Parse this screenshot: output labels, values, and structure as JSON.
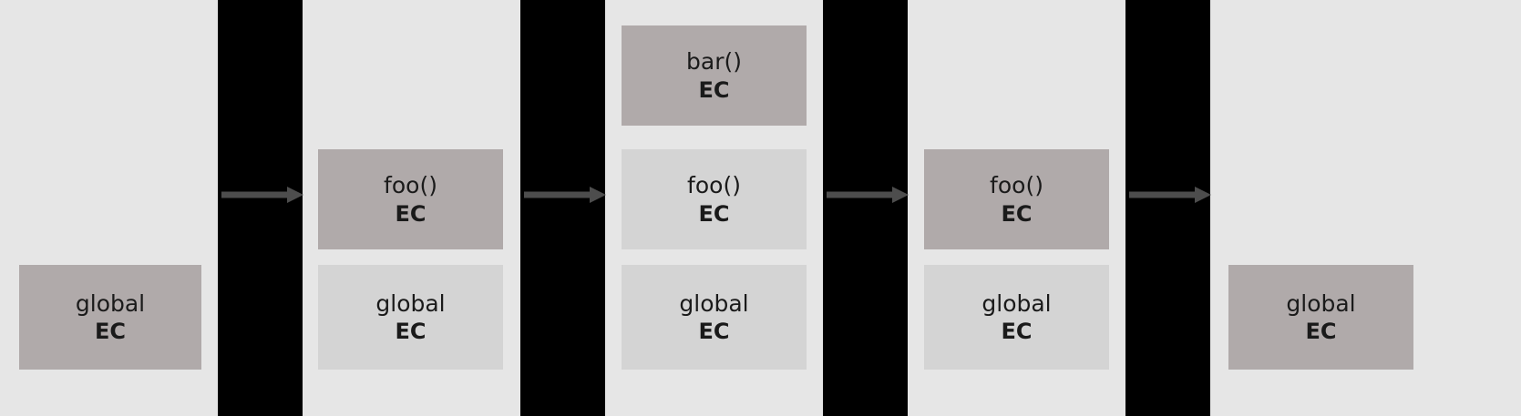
{
  "diagram": {
    "title": "execution-context-stack-sequence",
    "colors": {
      "panel_background": "#e6e6e6",
      "gap_background": "#000000",
      "frame_active": "#b0aaaa",
      "frame_inactive": "#d4d4d4",
      "arrow": "#4d4d4d",
      "text": "#1a1a1a"
    },
    "labels": {
      "global": "global",
      "foo": "foo()",
      "bar": "bar()",
      "ec": "EC"
    },
    "stacks": [
      {
        "name": "stack-1",
        "frames": [
          {
            "fn": "global",
            "ec": "EC",
            "state": "active"
          }
        ]
      },
      {
        "name": "stack-2",
        "frames": [
          {
            "fn": "foo()",
            "ec": "EC",
            "state": "active"
          },
          {
            "fn": "global",
            "ec": "EC",
            "state": "inactive"
          }
        ]
      },
      {
        "name": "stack-3",
        "frames": [
          {
            "fn": "bar()",
            "ec": "EC",
            "state": "active"
          },
          {
            "fn": "foo()",
            "ec": "EC",
            "state": "inactive"
          },
          {
            "fn": "global",
            "ec": "EC",
            "state": "inactive"
          }
        ]
      },
      {
        "name": "stack-4",
        "frames": [
          {
            "fn": "foo()",
            "ec": "EC",
            "state": "active"
          },
          {
            "fn": "global",
            "ec": "EC",
            "state": "inactive"
          }
        ]
      },
      {
        "name": "stack-5",
        "frames": [
          {
            "fn": "global",
            "ec": "EC",
            "state": "active"
          }
        ]
      }
    ],
    "arrows": [
      {
        "name": "arrow-1"
      },
      {
        "name": "arrow-2"
      },
      {
        "name": "arrow-3"
      },
      {
        "name": "arrow-4"
      }
    ]
  }
}
